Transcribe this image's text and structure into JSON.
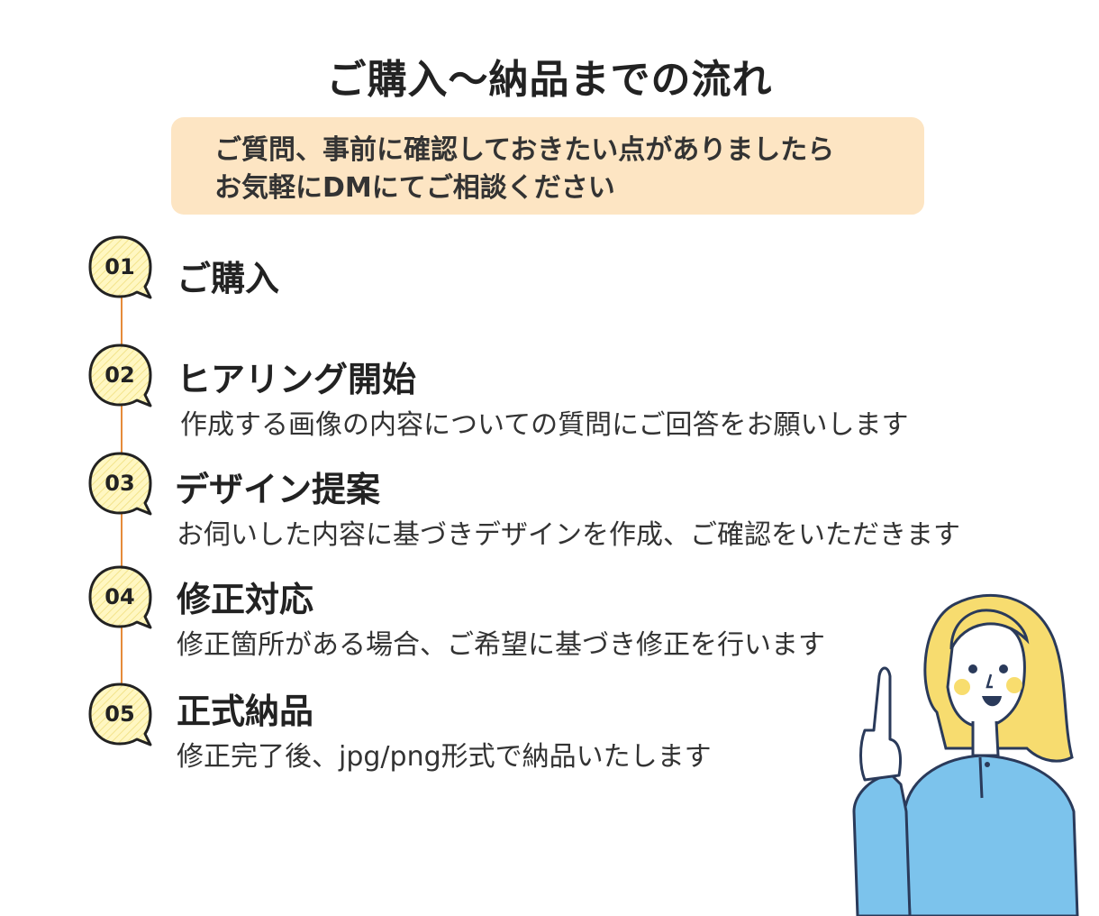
{
  "title": "ご購入～納品までの流れ",
  "notice": {
    "line1": "ご質問、事前に確認しておきたい点がありましたら",
    "line2": "お気軽にDMにてご相談ください"
  },
  "steps": [
    {
      "number": "01",
      "title": "ご購入",
      "description": ""
    },
    {
      "number": "02",
      "title": "ヒアリング開始",
      "description": "作成する画像の内容についての質問にご回答をお願いします"
    },
    {
      "number": "03",
      "title": "デザイン提案",
      "description": "お伺いした内容に基づきデザインを作成、ご確認をいただきます"
    },
    {
      "number": "04",
      "title": "修正対応",
      "description": "修正箇所がある場合、ご希望に基づき修正を行います"
    },
    {
      "number": "05",
      "title": "正式納品",
      "description": "修正完了後、jpg/png形式で納品いたします"
    }
  ],
  "colors": {
    "notice_bg": "#fde5c3",
    "badge_fill": "#fff7c2",
    "timeline": "#e58b3a",
    "shirt": "#7cc3ec",
    "hair": "#f7dc6f"
  },
  "icons": {
    "badge": "speech-bubble-icon",
    "illustration": "pointing-woman-icon"
  }
}
